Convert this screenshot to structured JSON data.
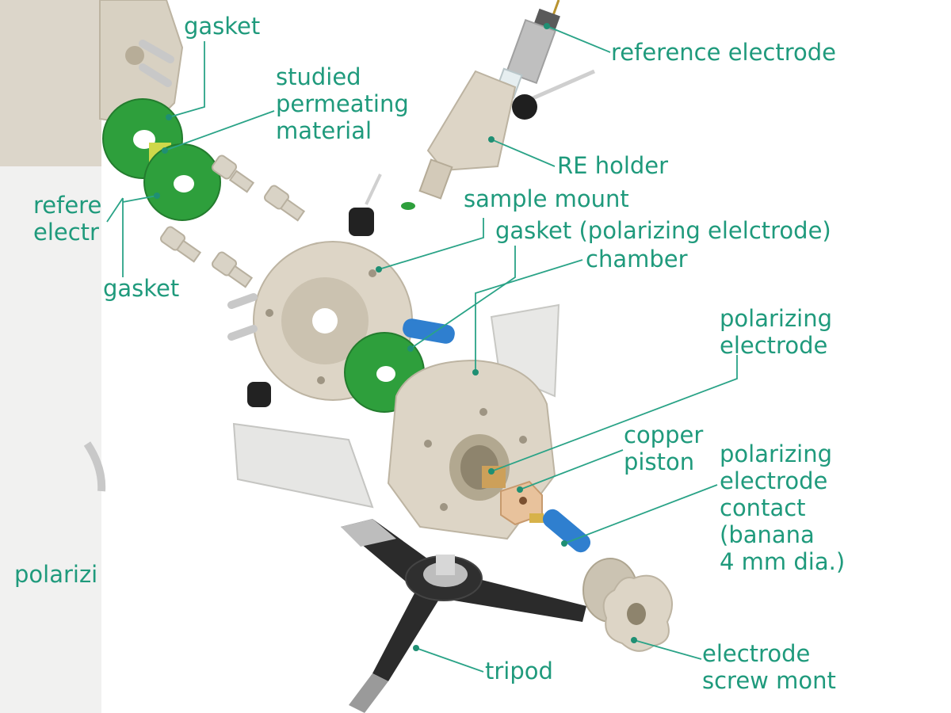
{
  "colors": {
    "label": "#1f9a7c",
    "leader": "#2aa387",
    "part_body": "#ddd5c6",
    "gasket": "#2e9f3c",
    "banana": "#2f7fcf",
    "copper": "#e8c29c",
    "tripod": "#2b2b2b"
  },
  "labels": {
    "gasket_top": "gasket",
    "studied": "studied\npermeating\nmaterial",
    "reference_electrode": "reference electrode",
    "re_holder": "RE holder",
    "reference_partial": "refere\nelectr",
    "sample_mount": "sample mount",
    "gasket_polarizing": "gasket (polarizing elelctrode)",
    "chamber": "chamber",
    "gasket_bottom": "gasket",
    "polarizing_electrode": "polarizing\nelectrode",
    "copper_piston": "copper\npiston",
    "polarizing_contact": "polarizing\nelectrode\ncontact\n(banana\n4 mm dia.)",
    "polarizing_partial": "polarizi",
    "tripod": "tripod",
    "screw_mount": "electrode\nscrew mont"
  }
}
